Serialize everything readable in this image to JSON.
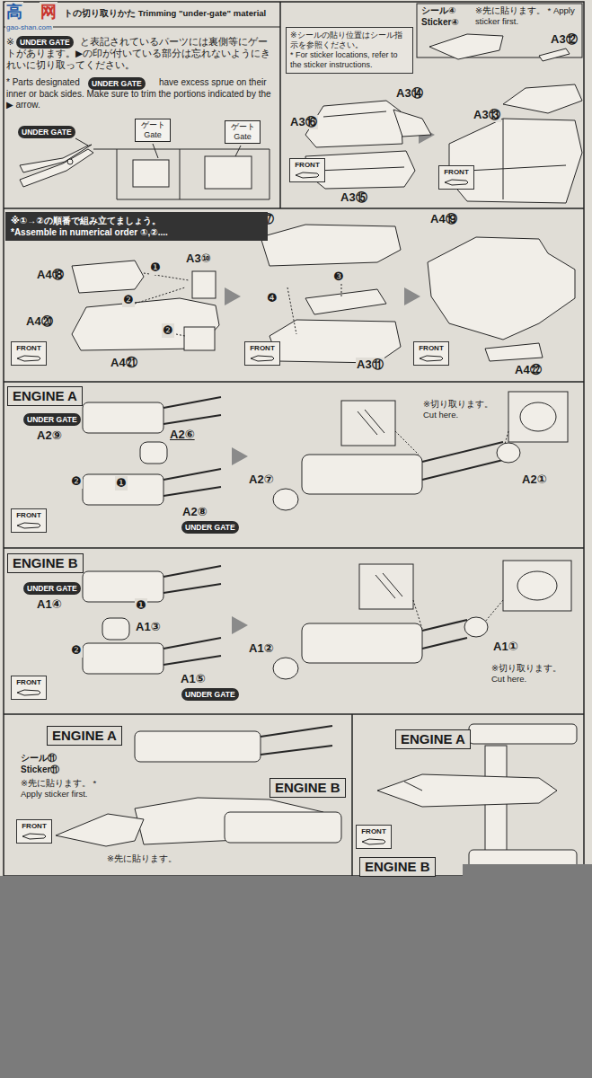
{
  "diagram": {
    "nodes": [
      {
        "text": [
          "UNDER GATE"
        ]
      },
      {
        "text": [
          "UNDER GATE"
        ]
      },
      {
        "text": [
          "UNDER GATE"
        ]
      },
      {
        "text": [
          "ゲート Gate"
        ]
      },
      {
        "text": [
          "ゲート Gate"
        ]
      },
      {
        "text": [
          "※シールの貼り位置はシール指示を参照ください。",
          "* For sticker locations, refer to the sticker instructions."
        ]
      },
      {
        "text": [
          "FRONT"
        ]
      },
      {
        "text": [
          "FRONT"
        ]
      },
      {
        "text": [
          "※①→②の順番で組み立てましょう。",
          "*Assemble in numerical order ①,②...."
        ]
      },
      {
        "text": [
          "FRONT"
        ]
      },
      {
        "text": [
          "FRONT"
        ]
      },
      {
        "text": [
          "FRONT"
        ]
      },
      {
        "text": [
          "ENGINE A"
        ]
      },
      {
        "text": [
          "UNDER GATE"
        ]
      },
      {
        "text": [
          "UNDER GATE"
        ]
      },
      {
        "text": [
          "FRONT"
        ]
      },
      {
        "text": [
          "ENGINE B"
        ]
      },
      {
        "text": [
          "UNDER GATE"
        ]
      },
      {
        "text": [
          "UNDER GATE"
        ]
      },
      {
        "text": [
          "FRONT"
        ]
      },
      {
        "text": [
          "ENGINE A"
        ]
      },
      {
        "text": [
          "ENGINE B"
        ]
      },
      {
        "text": [
          "FRONT"
        ]
      },
      {
        "text": [
          "ENGINE A"
        ]
      },
      {
        "text": [
          "ENGINE B"
        ]
      },
      {
        "text": [
          "FRONT"
        ]
      }
    ],
    "labels": [
      "高",
      "网",
      "gao-shan.com",
      "トの切り取りかた Trimming \"under-gate\" material",
      "※",
      "と表記されているパーツには裏側等にゲートがあります。▶の印が付いている部分は忘れないようにきれいに切り取ってください。",
      "* Parts designated",
      "have excess sprue on their inner or back sides. Make sure to trim the portions indicated by the ▶ arrow.",
      "シール④ Sticker④",
      "※先に貼ります。 * Apply sticker first.",
      "A3⑫",
      "A3⑭",
      "A3⑯",
      "A3⑬",
      "A3⑮",
      "A4⑱",
      "A3⑩",
      "❶",
      "❷",
      "A4⑳",
      "❷",
      "A4㉑",
      "A4⑰",
      "❸",
      "❹",
      "A3⑪",
      "A4⑲",
      "A4㉒",
      "A2⑨",
      "A2⑥",
      "❷",
      "❶",
      "A2⑧",
      "※切り取ります。 Cut here.",
      "A2⑦",
      "A2①",
      "A1④",
      "❶",
      "A1③",
      "❷",
      "A1⑤",
      "A1②",
      "A1①",
      "※切り取ります。 Cut here.",
      "シール⑪ Sticker⑪",
      "※先に貼ります。 * Apply sticker first.",
      "※先に貼ります。"
    ]
  }
}
